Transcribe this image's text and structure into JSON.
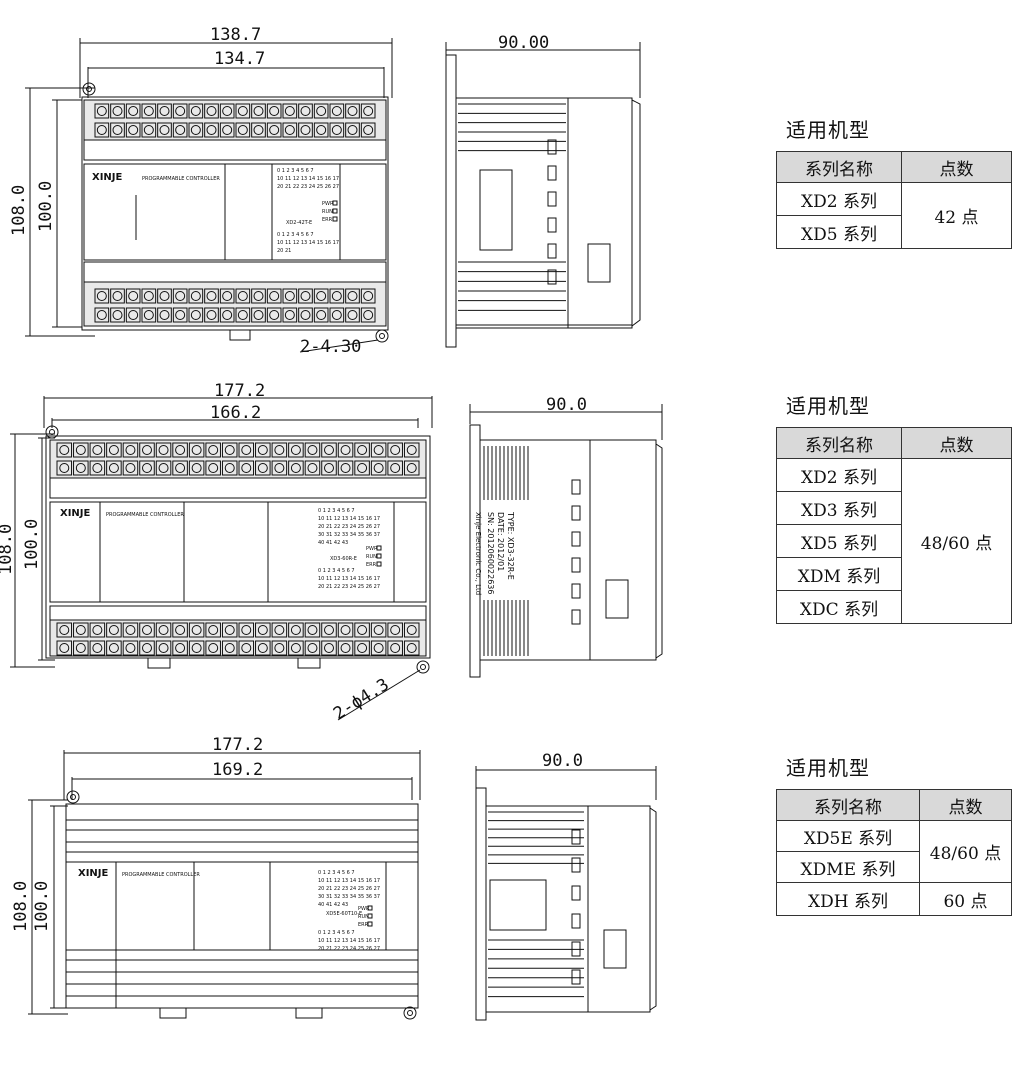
{
  "drawings": [
    {
      "front": {
        "overall_width": "138.7",
        "mount_width": "134.7",
        "overall_height": "108.0",
        "mount_height": "100.0",
        "hole": "2-4.30"
      },
      "side": {
        "depth": "90.00"
      },
      "panel": {
        "logo": "XINJE",
        "label": "PROGRAMMABLE CONTROLLER",
        "model": "XD2-42T-E",
        "in_rows": [
          "0 1 2 3 4 5 6 7",
          "10 11 12 13 14 15 16 17",
          "20 21 22 23 24 25 26 27"
        ],
        "out_rows": [
          "0 1 2 3 4 5 6 7",
          "10 11 12 13 14 15 16 17",
          "20 21"
        ],
        "leds": [
          "PWR",
          "RUN",
          "ERR"
        ]
      }
    },
    {
      "front": {
        "overall_width": "177.2",
        "mount_width": "166.2",
        "overall_height": "108.0",
        "mount_height": "100.0",
        "hole": "2-ϕ4.3"
      },
      "side": {
        "depth": "90.0",
        "nameplate": [
          "TYPE: XD3-32R-E",
          "DATE: 2012/01",
          "SN: 2012060022636",
          "Xinje Electronic Co., Ltd"
        ]
      },
      "panel": {
        "logo": "XINJE",
        "label": "PROGRAMMABLE CONTROLLER",
        "model": "XD3-60R-E",
        "in_rows": [
          "0 1 2 3 4 5 6 7",
          "10 11 12 13 14 15 16 17",
          "20 21 22 23 24 25 26 27",
          "30 31 32 33 34 35 36 37",
          "40 41 42 43"
        ],
        "out_rows": [
          "0 1 2 3 4 5 6 7",
          "10 11 12 13 14 15 16 17",
          "20 21 22 23 24 25 26 27"
        ],
        "leds": [
          "PWR",
          "RUN",
          "ERR"
        ]
      }
    },
    {
      "front": {
        "overall_width": "177.2",
        "mount_width": "169.2",
        "overall_height": "108.0",
        "mount_height": "100.0"
      },
      "side": {
        "depth": "90.0"
      },
      "panel": {
        "logo": "XINJE",
        "label": "PROGRAMMABLE CONTROLLER",
        "model": "XD5E-60T10-E",
        "in_rows": [
          "0 1 2 3 4 5 6 7",
          "10 11 12 13 14 15 16 17",
          "20 21 22 23 24 25 26 27",
          "30 31 32 33 34 35 36 37",
          "40 41 42 43"
        ],
        "out_rows": [
          "0 1 2 3 4 5 6 7",
          "10 11 12 13 14 15 16 17",
          "20 21 22 23 24 25 26 27"
        ],
        "leds": [
          "PWR",
          "RUN",
          "ERR"
        ]
      }
    }
  ],
  "specs": [
    {
      "title": "适用机型",
      "headers": [
        "系列名称",
        "点数"
      ],
      "rows": [
        "XD2 系列",
        "XD5 系列"
      ],
      "groups": [
        {
          "value": "42 点",
          "span": 2
        }
      ]
    },
    {
      "title": "适用机型",
      "headers": [
        "系列名称",
        "点数"
      ],
      "rows": [
        "XD2 系列",
        "XD3 系列",
        "XD5 系列",
        "XDM 系列",
        "XDC 系列"
      ],
      "groups": [
        {
          "value": "48/60 点",
          "span": 5
        }
      ]
    },
    {
      "title": "适用机型",
      "headers": [
        "系列名称",
        "点数"
      ],
      "rows": [
        "XD5E 系列",
        "XDME 系列",
        "XDH 系列"
      ],
      "groups": [
        {
          "value": "48/60 点",
          "span": 2
        },
        {
          "value": "60 点",
          "span": 1
        }
      ]
    }
  ]
}
